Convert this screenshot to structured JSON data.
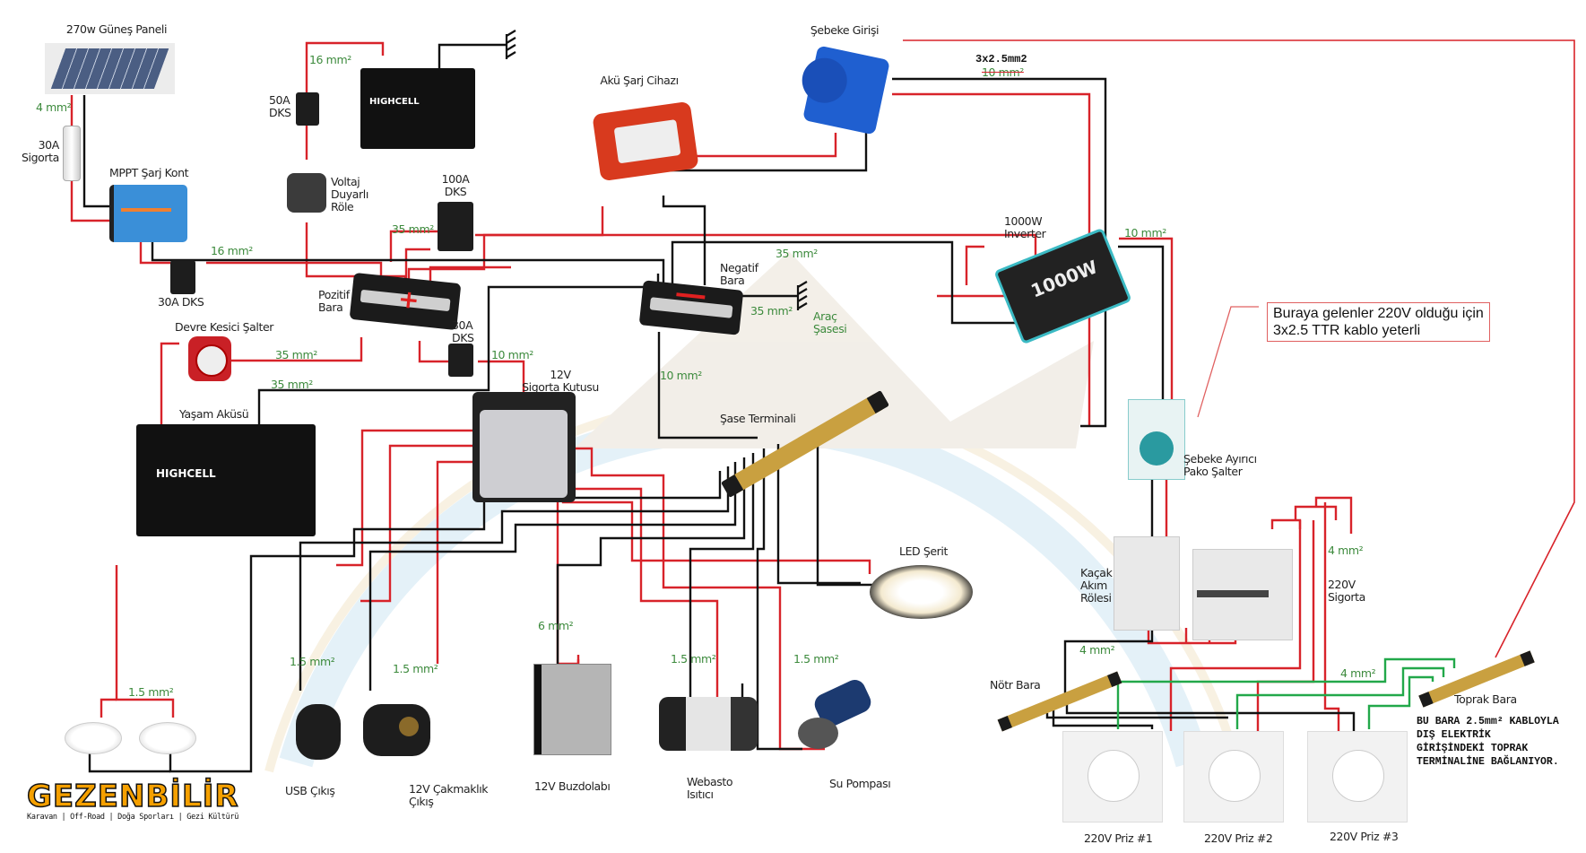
{
  "diagram": {
    "title": "Karavan Elektrik Tesisatı Şeması",
    "colors": {
      "positive_wire": "#d8232a",
      "negative_wire": "#111111",
      "ground_wire": "#22a84a",
      "cable_size_text": "#3c8a3c",
      "note_border": "#e06060"
    },
    "components": {
      "solar_panel": "270w Güneş Paneli",
      "fuse_30a": "30A\nSigorta",
      "mppt": "MPPT Şarj Kont",
      "dks_30a_mppt": "30A DKS",
      "dks_50a": "50A\nDKS",
      "starter_battery_brand": "HIGHCELL",
      "voltage_relay": "Voltaj\nDuyarlı\nRöle",
      "dks_100a": "100A\nDKS",
      "charger": "Akü Şarj Cihazı",
      "shore_inlet": "Şebeke Girişi",
      "positive_bus": "Pozitif\nBara",
      "negative_bus": "Negatif\nBara",
      "chassis_ground": "Araç\nŞasesi",
      "inverter": "1000W\nInverter",
      "inverter_face": "1000W",
      "breaker_switch": "Devre Kesici Şalter",
      "dks_30a_fusebox": "30A\nDKS",
      "fuse_box": "12V\nSigorta Kutusu",
      "house_battery": "Yaşam Aküsü",
      "house_battery_brand": "HIGHCELL",
      "chassis_terminal": "Şase Terminali",
      "led_strip": "LED Şerit",
      "changeover_switch": "Şebeke Ayırıcı\nPako Şalter",
      "rcd": "Kaçak\nAkım\nRölesi",
      "mcb": "220V\nSigorta",
      "neutral_bus": "Nötr Bara",
      "earth_bus": "Toprak Bara",
      "usb": "USB Çıkış",
      "cigarette": "12V Çakmaklık\nÇıkış",
      "fridge": "12V Buzdolabı",
      "heater": "Webasto\nIsıtıcı",
      "pump": "Su Pompası",
      "socket_1": "220V Priz #1",
      "socket_2": "220V Priz #2",
      "socket_3": "220V Priz #3"
    },
    "cable_sizes": {
      "panel": "4 mm²",
      "starter_batt": "16 mm²",
      "mppt_out": "16 mm²",
      "dks100": "35 mm²",
      "neg_bus_main": "35 mm²",
      "chassis": "35 mm²",
      "inverter": "10 mm²",
      "shore_new": "3x2.5mm2",
      "shore_old": "10 mm²",
      "switch_bus": "35 mm²",
      "battery_neg": "35 mm²",
      "fusebox": "10 mm²",
      "neg_to_terminal": "10 mm²",
      "lights": "1.5 mm²",
      "usb": "1.5 mm²",
      "cigarette": "1.5 mm²",
      "fridge": "6 mm²",
      "heater": "1.5 mm²",
      "pump": "1.5 mm²",
      "ac_mcb": "4 mm²",
      "ac_neutral": "4 mm²",
      "ac_earth": "4 mm²"
    },
    "notes": {
      "cable_note": "Buraya gelenler 220V olduğu için\n3x2.5 TTR kablo yeterli",
      "earth_note": "BU BARA 2.5mm² KABLOYLA\nDIŞ ELEKTRİK\nGİRİŞİNDEKİ TOPRAK\nTERMİNALİNE BAĞLANIYOR."
    },
    "logo": {
      "title": "GEZENBİLİR",
      "subtitle": "Karavan | Off-Road | Doğa Sporları | Gezi Kültürü"
    }
  }
}
